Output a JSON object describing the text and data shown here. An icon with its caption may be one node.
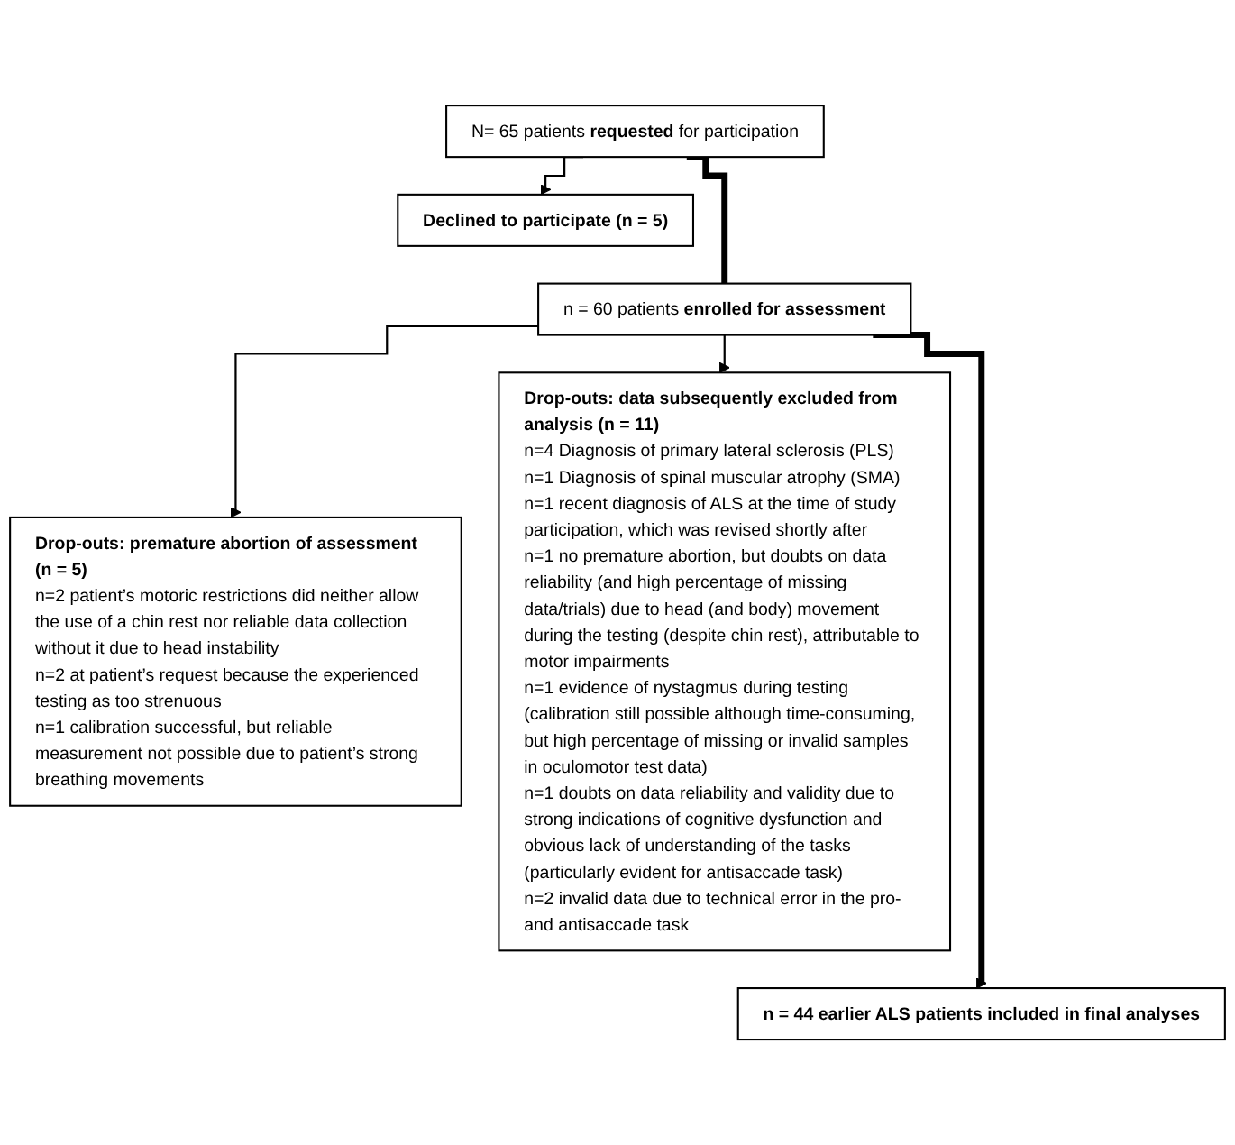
{
  "diagram": {
    "nodes": [
      {
        "text": [
          "N= 65 patients **requested** for participation"
        ]
      },
      {
        "text": [
          "Declined to participate (n = 5)"
        ]
      },
      {
        "text": [
          "n = 60 patients **enrolled for assessment**"
        ]
      },
      {
        "text": [
          "Drop-outs: premature abortion of assessment (n = 5)",
          "n=2 patient’s motoric restrictions did neither allow the use of a chin rest nor reliable data collection without it due to head instability",
          "n=2 at patient’s request because the experienced testing as too strenuous",
          "n=1 calibration successful, but reliable measurement not possible due to patient’s strong breathing movements"
        ]
      },
      {
        "text": [
          "Drop-outs: data subsequently excluded from analysis (n = 11)",
          "n=4 Diagnosis of primary lateral sclerosis (PLS)",
          "n=1 Diagnosis of spinal muscular atrophy (SMA)",
          "n=1 recent diagnosis of ALS at the time of study participation, which was revised shortly after",
          "n=1 no premature abortion, but doubts on data reliability (and high percentage of missing data/trials) due to head (and body) movement during the testing (despite chin rest), attributable to motor impairments",
          "n=1 evidence of nystagmus during testing (calibration still possible although time-consuming, but high percentage of missing or invalid samples in oculomotor test data)",
          "n=1 doubts on data reliability and validity due to strong indications of cognitive dysfunction and obvious lack of understanding of the tasks (particularly evident for antisaccade task)",
          "n=2 invalid data due to technical error in the pro- and antisaccade task"
        ]
      },
      {
        "text": [
          "n = 44 earlier ALS patients included in final analyses"
        ]
      }
    ],
    "edges": [
      {
        "from": 0,
        "to": 1,
        "arrow": "to"
      },
      {
        "from": 0,
        "to": 2,
        "arrow": "none",
        "style": "thick"
      },
      {
        "from": 2,
        "to": 3,
        "arrow": "to"
      },
      {
        "from": 2,
        "to": 5,
        "arrow": "to",
        "style": "thick"
      },
      {
        "from": 2,
        "to": 4,
        "arrow": "to"
      }
    ]
  }
}
